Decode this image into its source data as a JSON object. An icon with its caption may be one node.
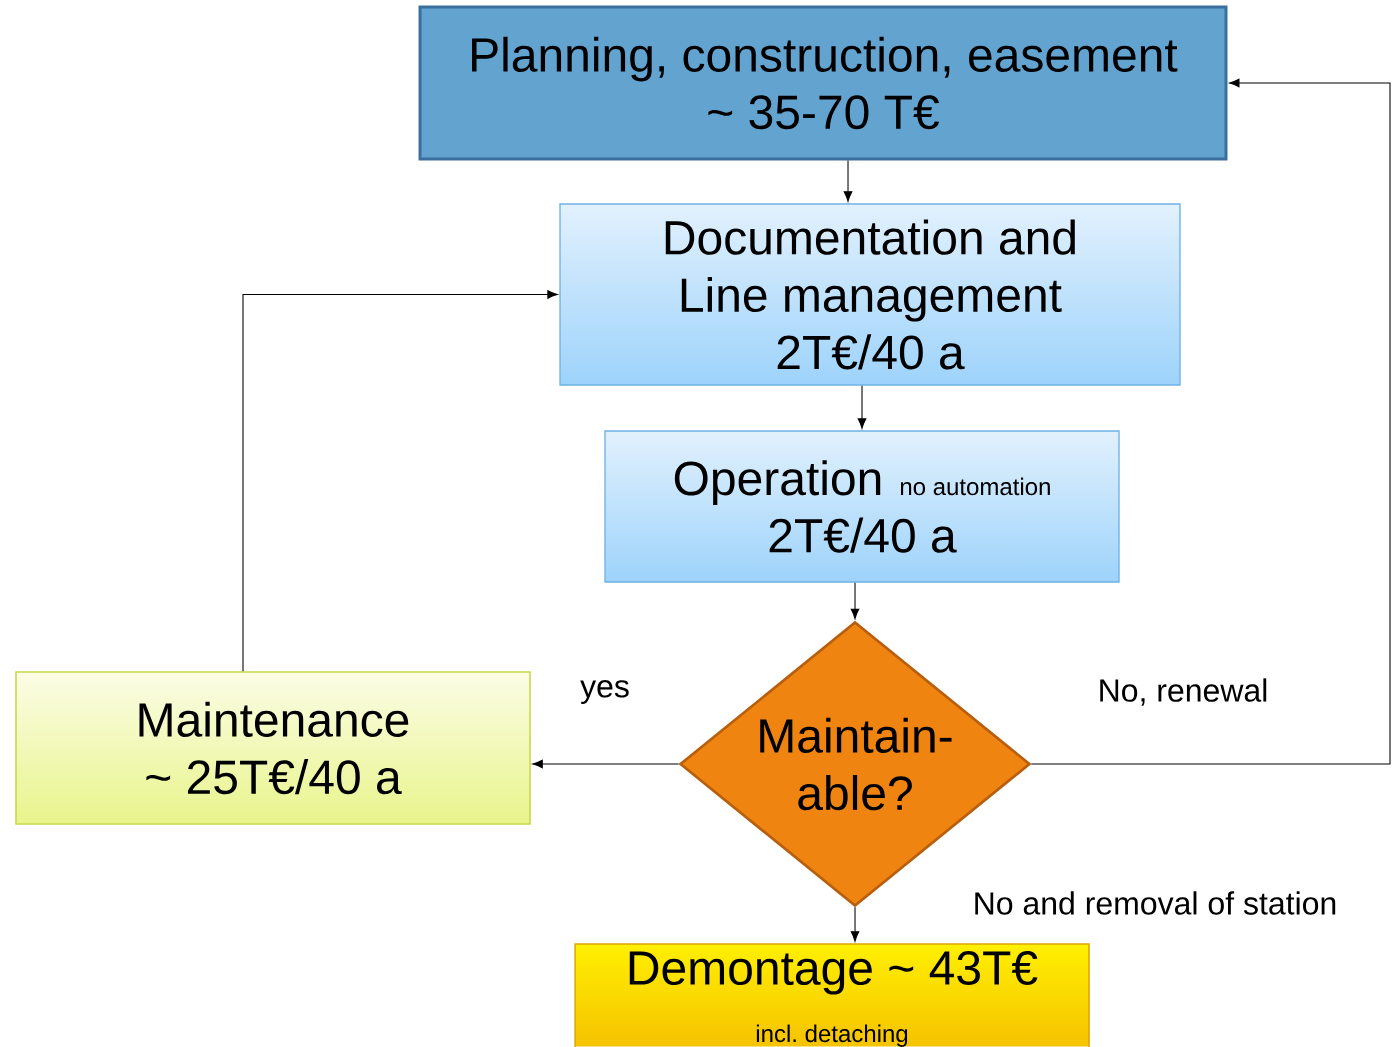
{
  "diagram": {
    "nodes": [
      {
        "text": [
          "Planning, construction, easement",
          "~ 35-70 T€"
        ]
      },
      {
        "text": [
          "Documentation and Line management",
          "2T€/40 a"
        ]
      },
      {
        "text": [
          "Operation",
          "no automation",
          "2T€/40 a"
        ]
      },
      {
        "text": [
          "Maintain-able?"
        ]
      },
      {
        "text": [
          "Maintenance",
          "~ 25T€/40 a"
        ]
      },
      {
        "text": [
          "Demontage ~ 43T€",
          "incl. detaching"
        ]
      }
    ],
    "edges": [
      {
        "from": 0,
        "to": 1,
        "arrow": "to"
      },
      {
        "from": 1,
        "to": 2,
        "arrow": "to"
      },
      {
        "from": 2,
        "to": 3,
        "arrow": "to"
      },
      {
        "from": 3,
        "to": 4,
        "arrow": "to",
        "label": "yes"
      },
      {
        "from": 4,
        "to": 1,
        "arrow": "to"
      },
      {
        "from": 3,
        "to": 0,
        "arrow": "to",
        "label": "No, renewal"
      },
      {
        "from": 3,
        "to": 5,
        "arrow": "to",
        "label": "No and removal of station"
      }
    ]
  }
}
